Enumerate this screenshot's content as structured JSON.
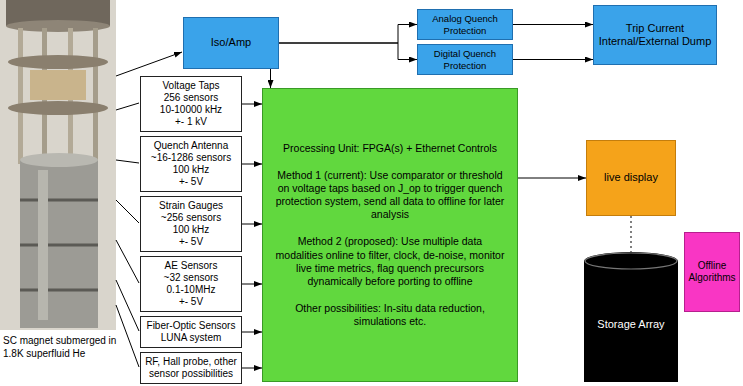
{
  "diagram": {
    "nodes": [
      {
        "text": [
          "Iso/Amp"
        ]
      },
      {
        "text": [
          "Analog Quench Protection"
        ]
      },
      {
        "text": [
          "Digital Quench Protection"
        ]
      },
      {
        "text": [
          "Trip Current Internal/External Dump"
        ]
      },
      {
        "text": [
          "Voltage Taps",
          "256 sensors",
          "10-10000 kHz",
          "+- 1 kV"
        ]
      },
      {
        "text": [
          "Quench Antenna",
          "~16-1286 sensors",
          "100 kHz",
          "+- 5V"
        ]
      },
      {
        "text": [
          "Strain Gauges",
          "~256 sensors",
          "100 kHz",
          "+- 5V"
        ]
      },
      {
        "text": [
          "AE Sensors",
          "~32 sensors",
          "0.1-10MHz",
          "+- 5V"
        ]
      },
      {
        "text": [
          "Fiber-Optic Sensors",
          "LUNA system"
        ]
      },
      {
        "text": [
          "RF, Hall probe, other sensor possibilities"
        ]
      },
      {
        "text": [
          "Processing Unit: FPGA(s) + Ethernet Controls",
          "Method 1 (current): Use comparator or threshold on voltage taps based on J_op to trigger quench protection system, send all data to offline for later analysis",
          "Method 2 (proposed): Use multiple data modalities online to filter, clock, de-noise, monitor live time metrics, flag quench precursors dynamically before porting to offline",
          "Other possibilities: In-situ data reduction, simulations etc."
        ]
      },
      {
        "text": [
          "live display"
        ]
      },
      {
        "text": [
          "Storage Array"
        ]
      },
      {
        "text": [
          "Offline Algorithms"
        ]
      }
    ],
    "edges": [
      {
        "from": 0,
        "to": 1,
        "arrow": "to"
      },
      {
        "from": 0,
        "to": 2,
        "arrow": "to"
      },
      {
        "from": 1,
        "to": 3,
        "arrow": "to"
      },
      {
        "from": 2,
        "to": 3,
        "arrow": "to"
      },
      {
        "from": 0,
        "to": 10,
        "arrow": "to"
      },
      {
        "from": 4,
        "to": 10,
        "arrow": "to"
      },
      {
        "from": 5,
        "to": 10,
        "arrow": "to"
      },
      {
        "from": 6,
        "to": 10,
        "arrow": "to"
      },
      {
        "from": 7,
        "to": 10,
        "arrow": "to"
      },
      {
        "from": 8,
        "to": 10,
        "arrow": "to"
      },
      {
        "from": 9,
        "to": 10,
        "arrow": "to"
      },
      {
        "from": 10,
        "to": 11,
        "arrow": "to"
      },
      {
        "from": 11,
        "to": 12,
        "arrow": "none"
      }
    ],
    "labels": [
      "SC magnet submerged in 1.8K superfluid He"
    ]
  }
}
